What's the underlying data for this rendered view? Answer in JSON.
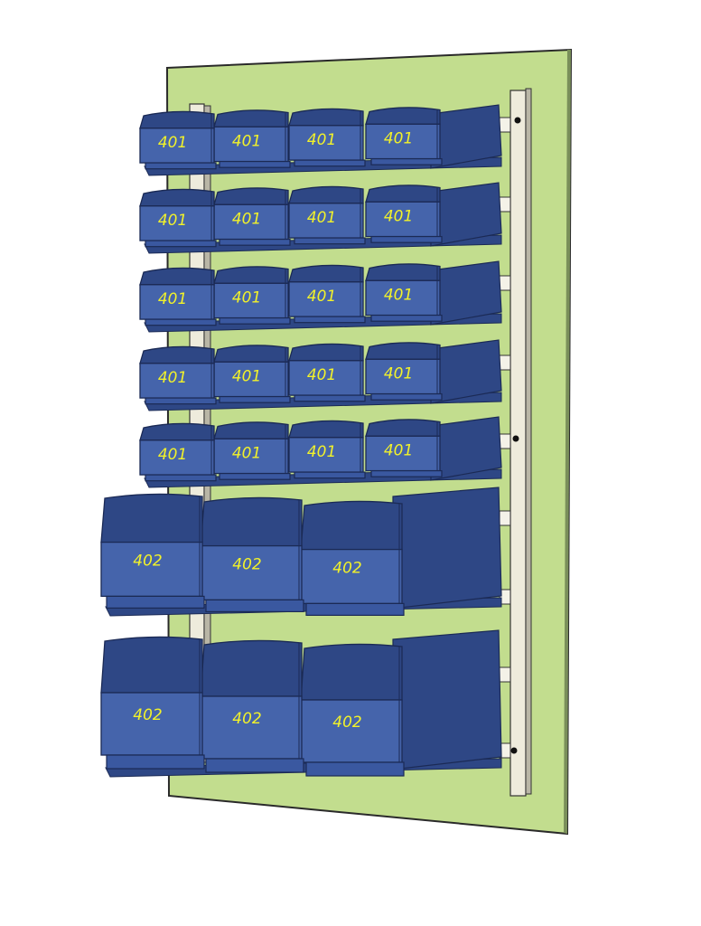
{
  "colors": {
    "panel": "#c2dd8e",
    "rail": "#eeebdc",
    "bin_dark": "#2e4785",
    "bin_front": "#4564ab",
    "outline": "#1b2a55",
    "label": "#f2f22a"
  },
  "rows": [
    {
      "type": "401",
      "labels": [
        "401",
        "401",
        "401",
        "401"
      ]
    },
    {
      "type": "401",
      "labels": [
        "401",
        "401",
        "401",
        "401"
      ]
    },
    {
      "type": "401",
      "labels": [
        "401",
        "401",
        "401",
        "401"
      ]
    },
    {
      "type": "401",
      "labels": [
        "401",
        "401",
        "401",
        "401"
      ]
    },
    {
      "type": "401",
      "labels": [
        "401",
        "401",
        "401",
        "401"
      ]
    },
    {
      "type": "402",
      "labels": [
        "402",
        "402",
        "402"
      ]
    },
    {
      "type": "402",
      "labels": [
        "402",
        "402",
        "402"
      ]
    }
  ]
}
